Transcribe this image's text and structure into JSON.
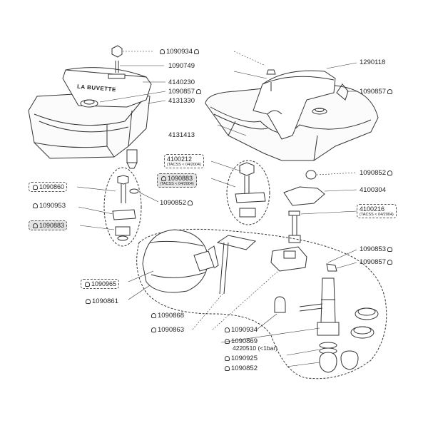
{
  "brand_text": "LA BUVETTE",
  "parts": {
    "p1090934_top": "1090934",
    "p1090749": "1090749",
    "p4140230": "4140230",
    "p1090857_a": "1090857",
    "p4131330": "4131330",
    "p1290118": "1290118",
    "p1090857_b": "1090857",
    "p4131413": "4131413",
    "p4100212": "4100212",
    "p4100212_note": "(TACSS < 04/2004)",
    "p1090883_a": "1090883",
    "p1090883_a_note": "(TACSS < 04/2004)",
    "p1090852_a": "1090852",
    "p1090852_b": "1090852",
    "p4100304": "4100304",
    "p4100216": "4100216",
    "p4100216_note": "(TACSS < 04/2004)",
    "p1090860": "1090860",
    "p1090953": "1090953",
    "p1090883_b": "1090883",
    "p1090853": "1090853",
    "p1090857_c": "1090857",
    "p1090965": "1090965",
    "p1090861": "1090861",
    "p1090868": "1090868",
    "p1090863": "1090863",
    "p1090934_b": "1090934",
    "p1090869": "1090869",
    "p4220510": "4220510 (<1bar)",
    "p1090925": "1090925",
    "p1090852_c": "1090852"
  }
}
